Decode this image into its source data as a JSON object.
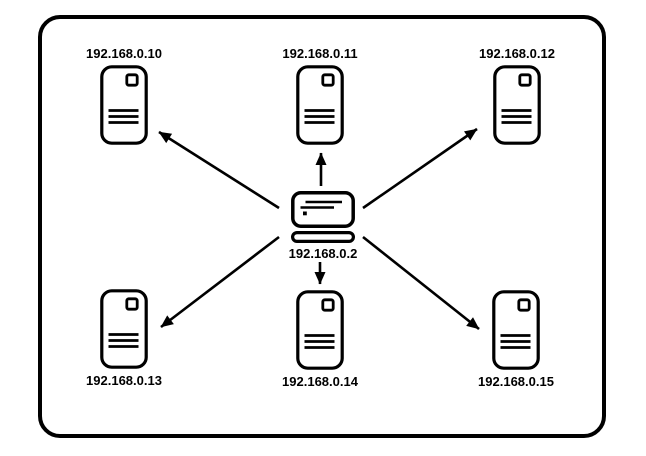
{
  "diagram": {
    "type": "network-topology",
    "central_node": {
      "ip": "192.168.0.2",
      "device": "client-computer"
    },
    "servers": [
      {
        "ip": "192.168.0.10"
      },
      {
        "ip": "192.168.0.11"
      },
      {
        "ip": "192.168.0.12"
      },
      {
        "ip": "192.168.0.13"
      },
      {
        "ip": "192.168.0.14"
      },
      {
        "ip": "192.168.0.15"
      }
    ],
    "connections": [
      {
        "from": "192.168.0.2",
        "to": "192.168.0.10"
      },
      {
        "from": "192.168.0.2",
        "to": "192.168.0.11"
      },
      {
        "from": "192.168.0.2",
        "to": "192.168.0.12"
      },
      {
        "from": "192.168.0.2",
        "to": "192.168.0.13"
      },
      {
        "from": "192.168.0.2",
        "to": "192.168.0.14"
      },
      {
        "from": "192.168.0.2",
        "to": "192.168.0.15"
      }
    ],
    "colors": {
      "line": "#000000",
      "background": "#ffffff"
    }
  }
}
